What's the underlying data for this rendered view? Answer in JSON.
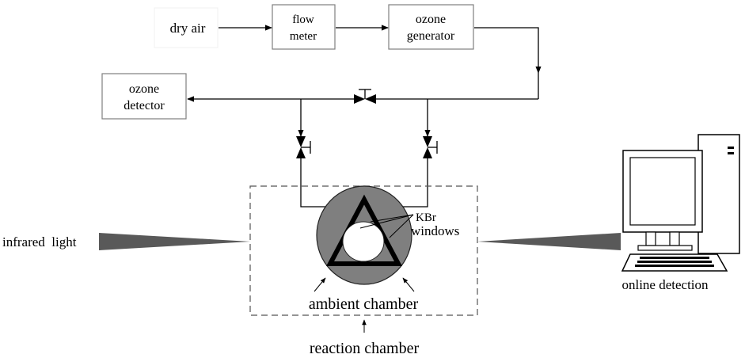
{
  "boxes": {
    "dry_air": "dry air",
    "flow_meter": [
      "flow",
      "meter"
    ],
    "ozone_generator": [
      "ozone",
      "generator"
    ],
    "ozone_detector": [
      "ozone",
      "detector"
    ]
  },
  "labels": {
    "kbr_windows": [
      "KBr",
      "windows"
    ],
    "infrared_light": "infrared  light",
    "ambient_chamber": "ambient chamber",
    "reaction_chamber": "reaction chamber",
    "online_detection": "online detection"
  },
  "colors": {
    "chamber_fill": "#7f7f7f",
    "beam_fill": "#595959",
    "box_border": "#7f7f7f"
  },
  "icons": [
    "valve-icon",
    "computer-icon",
    "arrow-icon"
  ]
}
